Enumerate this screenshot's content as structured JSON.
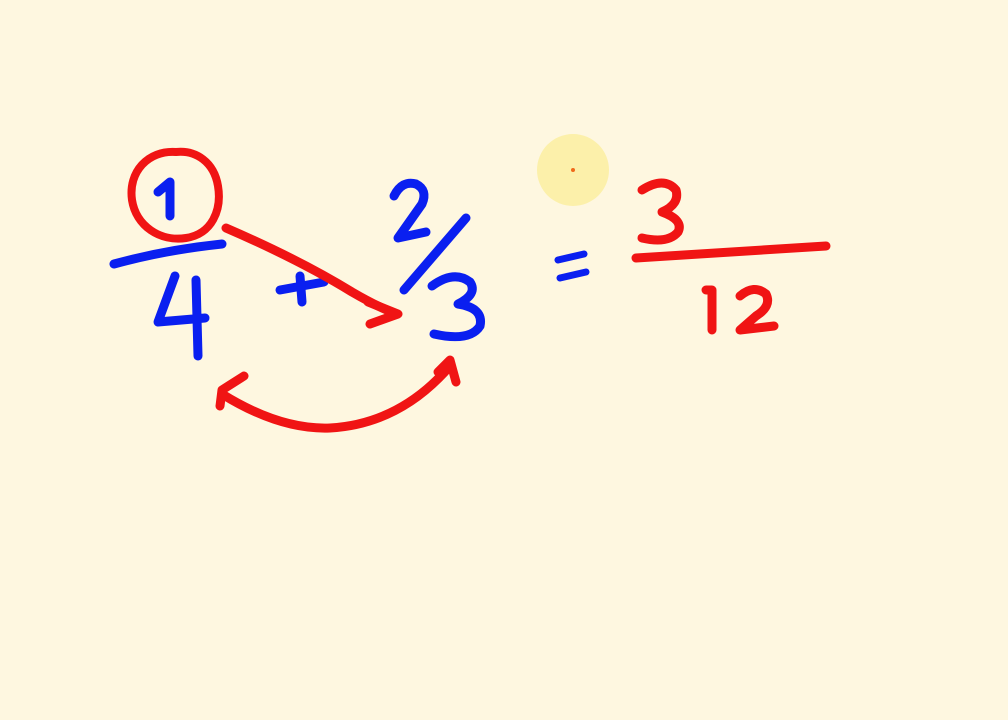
{
  "colors": {
    "background": "#fef7e0",
    "blue_ink": "#0a1ff0",
    "red_ink": "#f01414",
    "cursor_highlight": "#fbeea0"
  },
  "problem": {
    "fraction_a": {
      "numerator": "1",
      "denominator": "4"
    },
    "operator": "+",
    "fraction_b": {
      "numerator": "2",
      "denominator": "3"
    },
    "equals": "=",
    "result": {
      "numerator": "3",
      "denominator": "12"
    }
  },
  "annotations": {
    "numerator_circle": "circle around 1",
    "cross_multiply_arrow": "arrow from 1 to 3",
    "denominator_arc": "double-headed arc between 4 and 3"
  },
  "cursor": {
    "icon": "pen-cursor-icon"
  }
}
